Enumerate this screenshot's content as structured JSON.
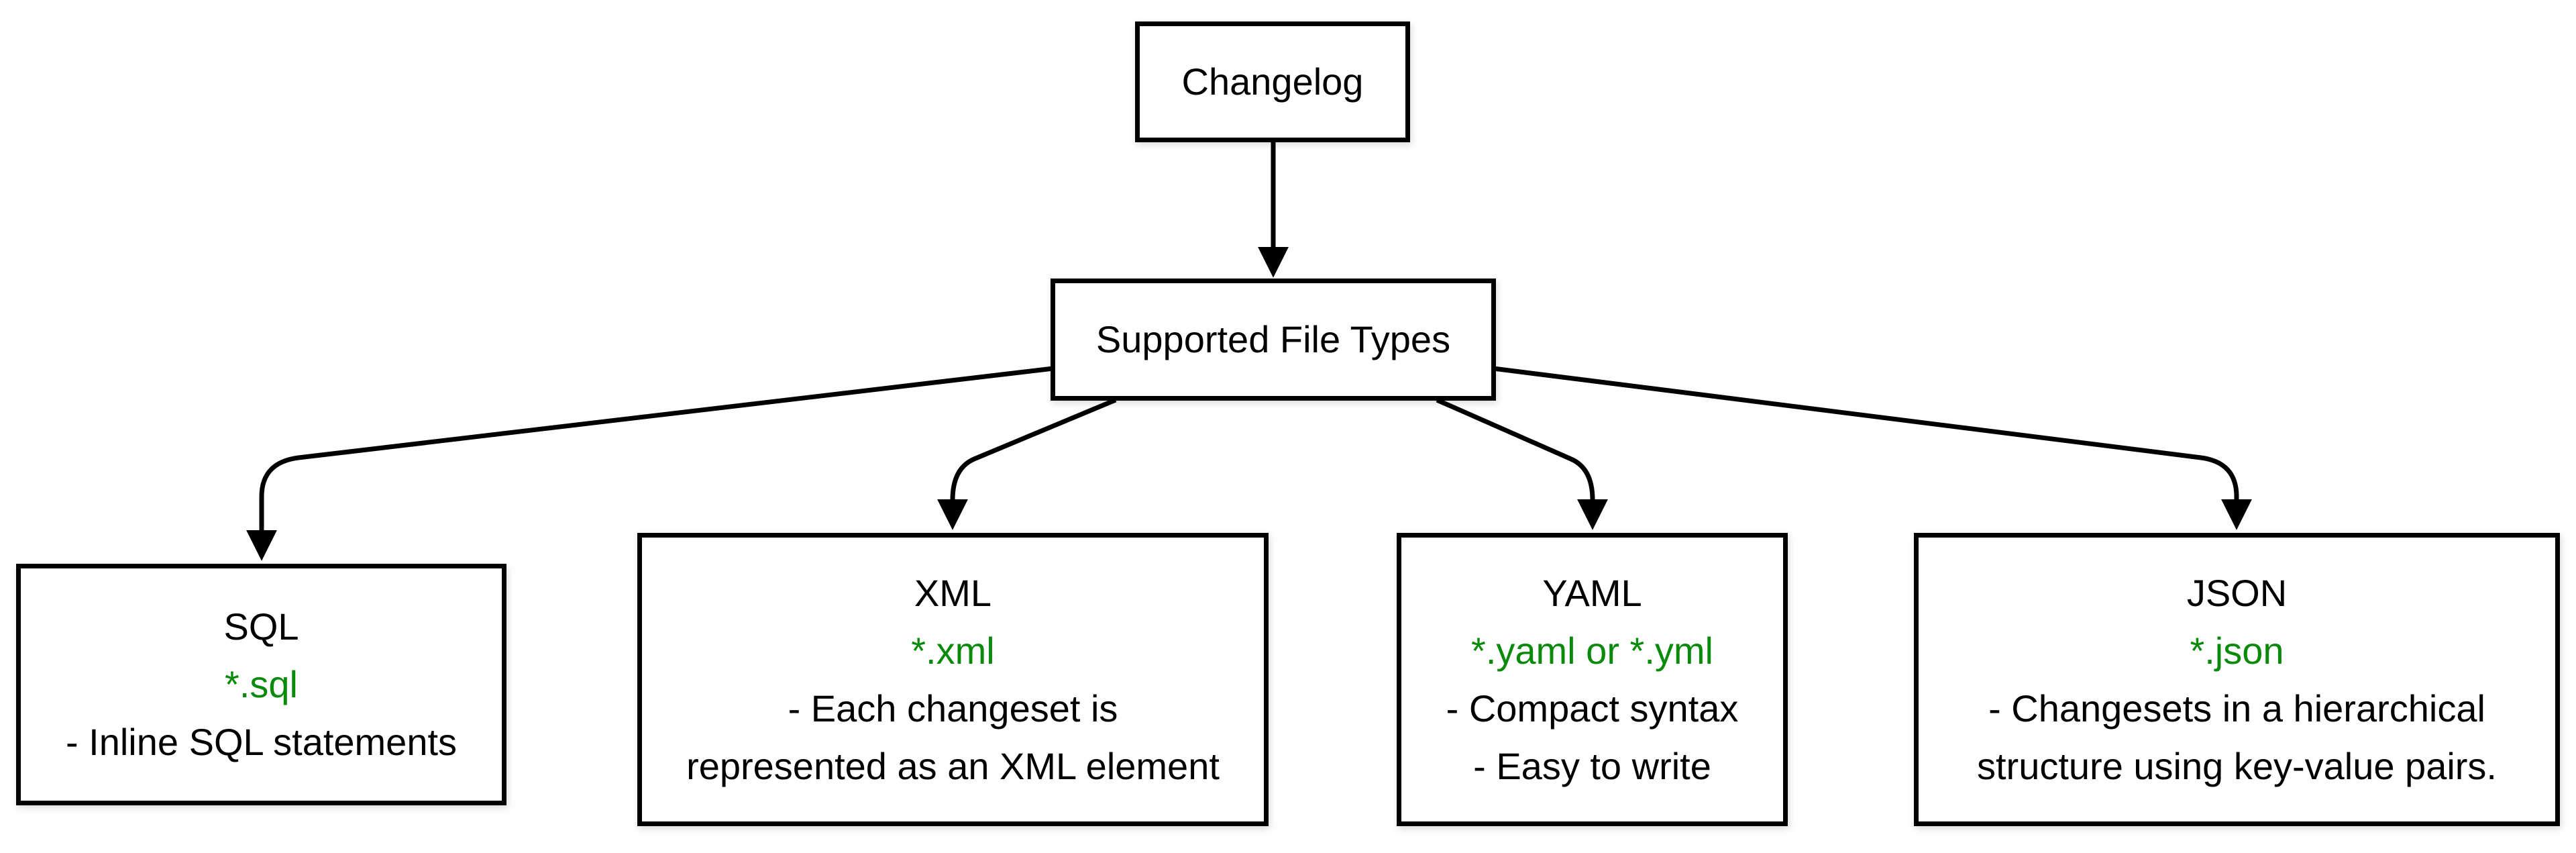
{
  "diagram": {
    "root": {
      "label": "Changelog"
    },
    "hub": {
      "label": "Supported File Types"
    },
    "file_types": [
      {
        "title": "SQL",
        "extension": "*.sql",
        "description": [
          "- Inline SQL statements"
        ]
      },
      {
        "title": "XML",
        "extension": "*.xml",
        "description": [
          "- Each changeset is",
          "represented as an XML element"
        ]
      },
      {
        "title": "YAML",
        "extension": "*.yaml or *.yml",
        "description": [
          "- Compact syntax",
          "- Easy to write"
        ]
      },
      {
        "title": "JSON",
        "extension": "*.json",
        "description": [
          "- Changesets in a hierarchical",
          "structure using key-value pairs."
        ]
      }
    ],
    "colors": {
      "extension_text": "#0a8a0a",
      "node_border": "#000000",
      "node_fill": "#ffffff",
      "connector": "#000000",
      "text": "#000000"
    }
  }
}
